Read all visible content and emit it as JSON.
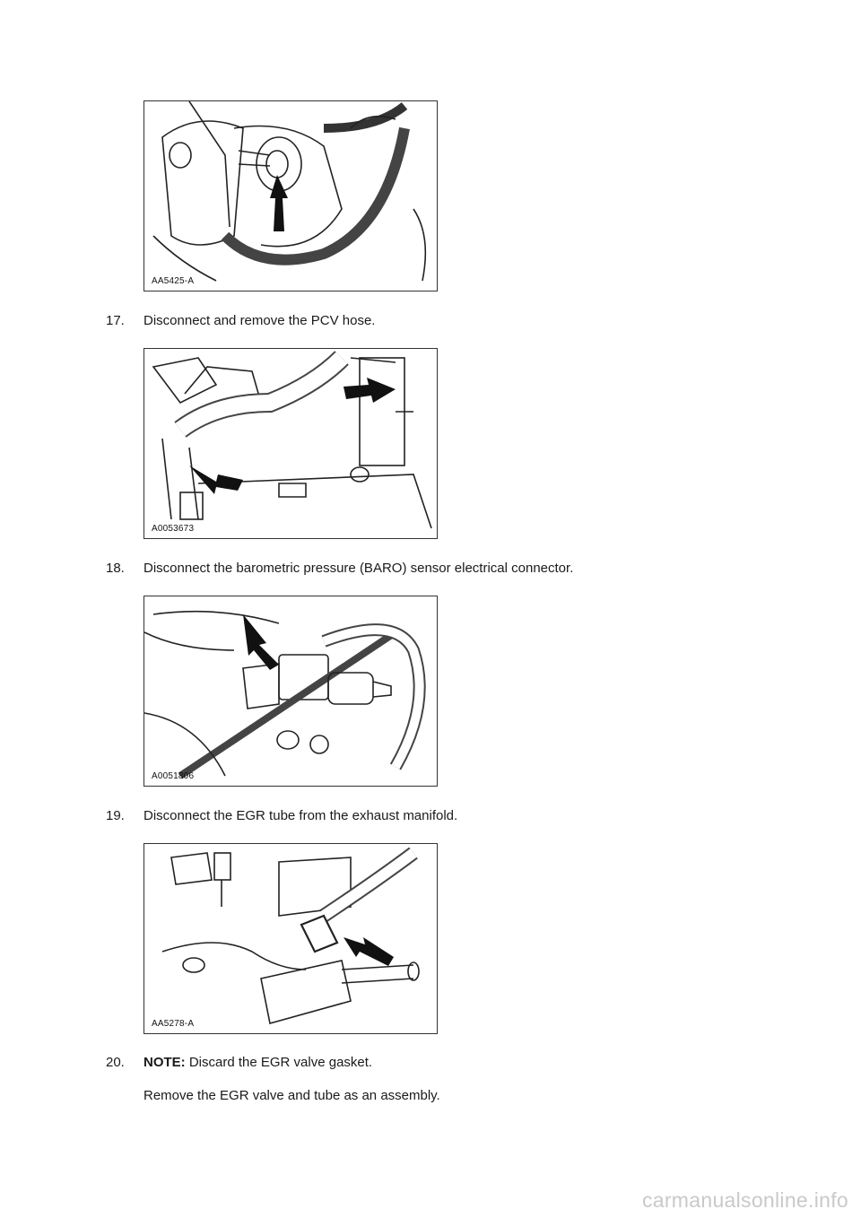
{
  "figures": [
    {
      "code": "AA5425-A"
    },
    {
      "code": "A0053673"
    },
    {
      "code": "A0051806"
    },
    {
      "code": "AA5278-A"
    }
  ],
  "steps": [
    {
      "number": "17.",
      "text": "Disconnect and remove the PCV hose."
    },
    {
      "number": "18.",
      "text": "Disconnect the barometric pressure (BARO) sensor electrical connector."
    },
    {
      "number": "19.",
      "text": "Disconnect the EGR tube from the exhaust manifold."
    },
    {
      "number": "20.",
      "note_label": "NOTE:",
      "note_text": " Discard the EGR valve gasket.",
      "text": "Remove the EGR valve and tube as an assembly."
    }
  ],
  "watermark": "carmanualsonline.info"
}
